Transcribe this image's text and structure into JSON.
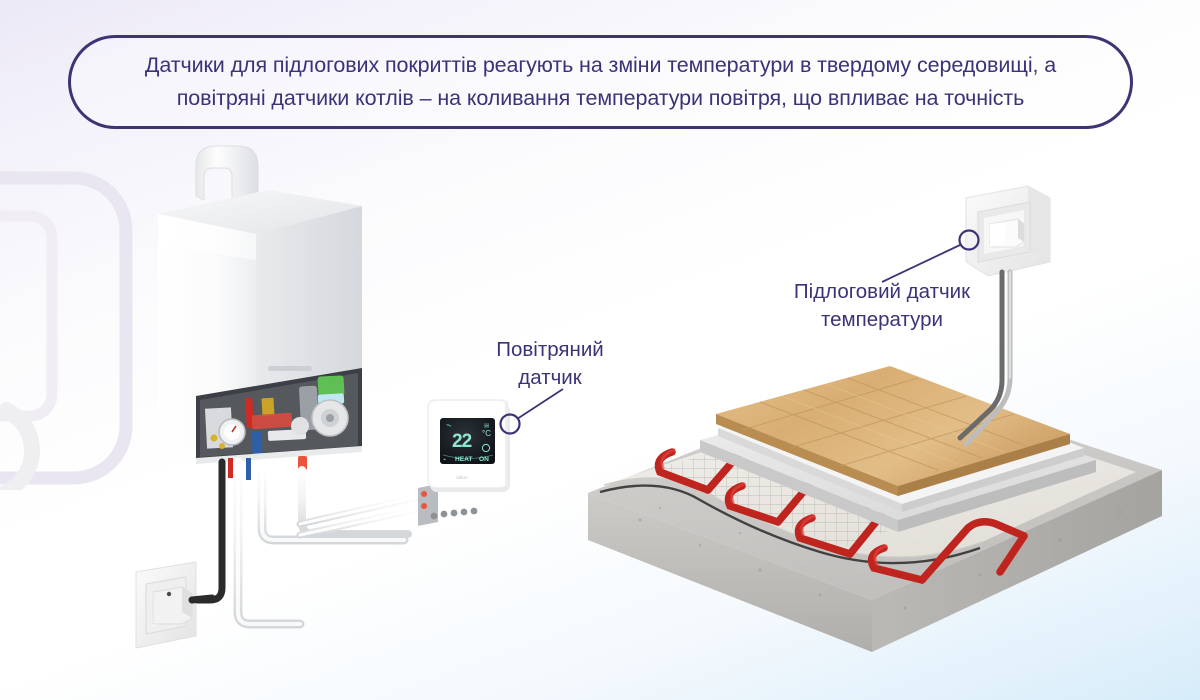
{
  "page": {
    "background_top_left": "#ece9f7",
    "background_bottom_right": "#d6ecfa",
    "accent_color": "#3b3378"
  },
  "banner": {
    "text": "Датчики для підлогових покриттів реагують на зміни температури в твердому середовищі, а\nповітряні датчики котлів – на коливання температури повітря, що впливає на точність",
    "border_color": "#3d3474",
    "text_color": "#3b3378"
  },
  "callouts": [
    {
      "id": "air-sensor",
      "label": "Повітряний\nдатчик",
      "marker_color": "#3b3378"
    },
    {
      "id": "floor-sensor",
      "label": "Підлоговий датчик\nтемператури",
      "marker_color": "#3b3378"
    }
  ],
  "thermostat": {
    "temperature": "22",
    "unit": "°C",
    "mode_label": "HEAT",
    "state_label": "ON",
    "display_color": "#8fe8d2",
    "screen_color": "#12171c"
  },
  "watermark": {
    "icon": "thermostat-power-outline",
    "color": "#ece8f2"
  },
  "illustration": {
    "boiler": "wall-mounted-gas-boiler",
    "floor_assembly": "underfloor-heating-cutaway",
    "wall_sensor": "wall-mounted-floor-temperature-sensor",
    "power_outlet": "wall-power-outlet-with-plug"
  }
}
